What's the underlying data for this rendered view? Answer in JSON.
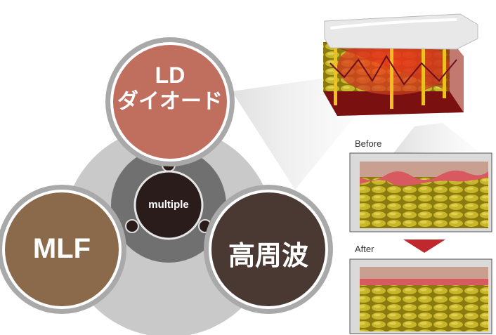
{
  "diagram": {
    "center_label": "multiple",
    "nodes": [
      {
        "label_line1": "LD",
        "label_line2": "ダイオード"
      },
      {
        "label": "MLF"
      },
      {
        "label": "高周波"
      }
    ]
  },
  "comparison": {
    "before_label": "Before",
    "after_label": "After"
  },
  "colors": {
    "ld": "#c06e5e",
    "mlf": "#8b6a4c",
    "rf": "#4a3833",
    "center": "#2b1c1c",
    "arrow": "#c0282d"
  }
}
